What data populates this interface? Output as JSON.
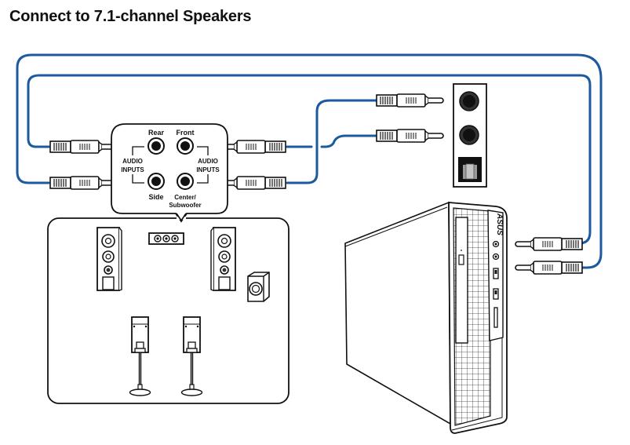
{
  "title": "Connect to 7.1-channel Speakers",
  "colors": {
    "cable": "#1c5aa0",
    "outline": "#111111",
    "jack_fill": "#222222"
  },
  "speaker_hub": {
    "jack_labels": {
      "rear": "Rear",
      "front": "Front",
      "side": "Side",
      "center_line1": "Center/",
      "center_line2": "Subwoofer"
    },
    "audio_inputs_left": [
      "AUDIO",
      "INPUTS"
    ],
    "audio_inputs_right": [
      "AUDIO",
      "INPUTS"
    ]
  },
  "speaker_set": {
    "items": [
      "front-left-tower",
      "center-speaker",
      "front-right-tower",
      "subwoofer",
      "rear-left-satellite",
      "rear-right-satellite"
    ]
  },
  "rear_panel": {
    "ports": [
      "audio-jack-1",
      "audio-jack-2",
      "optical-spdif-out"
    ]
  },
  "pc_tower": {
    "brand": "ASUS",
    "front_ports": [
      "headphone-jack",
      "mic-jack",
      "usb-port-1",
      "usb-port-2",
      "card-reader-slot"
    ]
  }
}
